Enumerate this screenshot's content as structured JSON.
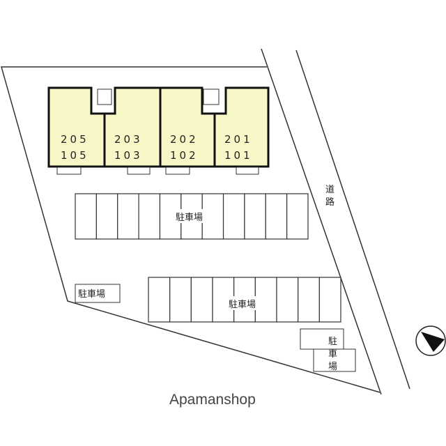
{
  "units": [
    {
      "upper": "205",
      "lower": "105"
    },
    {
      "upper": "203",
      "lower": "103"
    },
    {
      "upper": "202",
      "lower": "102"
    },
    {
      "upper": "201",
      "lower": "101"
    }
  ],
  "labels": {
    "parking_main": "駐車場",
    "parking_lower": "駐車場",
    "parking_left": "駐車場",
    "parking_corner": [
      "駐",
      "車",
      "場"
    ],
    "road": [
      "道",
      "路"
    ]
  },
  "watermark": "Apamanshop",
  "parking_rows": {
    "upper_stalls": 11,
    "lower_stalls": 9
  },
  "colors": {
    "unit_fill": "#f6f6c6",
    "line": "#222222"
  },
  "icons": {
    "north_arrow": "north-arrow-icon"
  }
}
